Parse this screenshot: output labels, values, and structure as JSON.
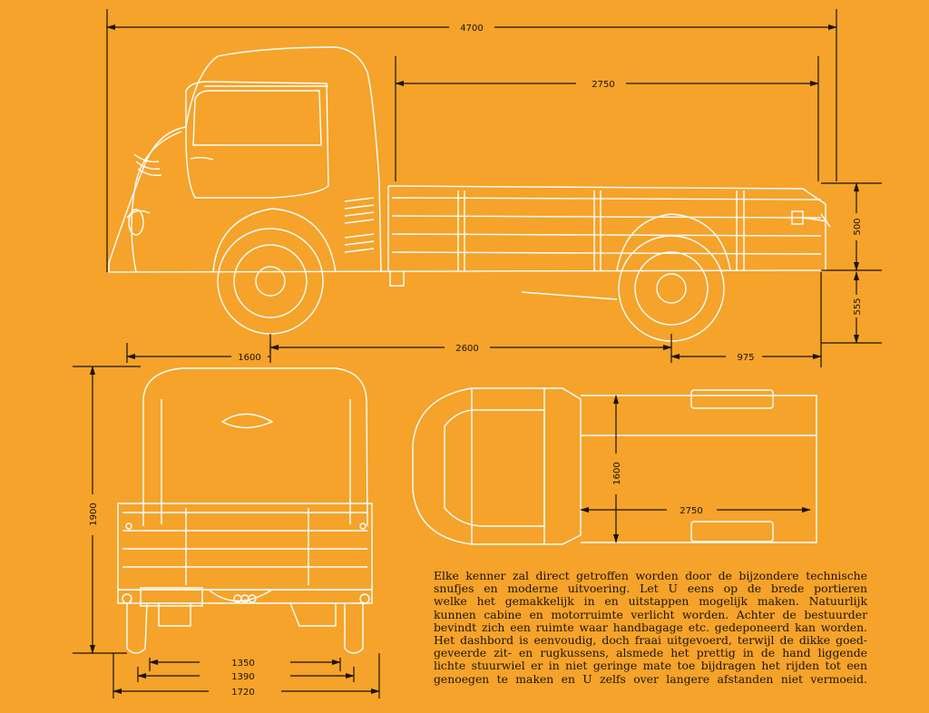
{
  "dimensions": {
    "side_overall_length": "4700",
    "side_cargo_length": "2750",
    "side_wheelbase": "2600",
    "side_front_track": "1600",
    "side_rear_overhang": "975",
    "side_bed_height": "500",
    "side_floor_height": "555",
    "front_height": "1900",
    "front_width_1350": "1350",
    "front_width_1390": "1390",
    "front_width_1720": "1720",
    "top_bed_width": "1600",
    "top_bed_length": "2750"
  },
  "description": {
    "lines": [
      "Elke kenner zal direct getroffen worden door de bijzondere technische",
      "snufjes en moderne uitvoering. Let U eens op de brede portieren",
      "welke het gemakkelijk in en uitstappen mogelijk maken. Natuurlijk",
      "kunnen cabine en motorruimte verlicht worden. Achter de bestuurder",
      "bevindt zich een ruimte waar handbagage etc. gedeponeerd kan worden.",
      "Het dashbord is eenvoudig, doch fraai uitgevoerd, terwijl de dikke goed-",
      "geveerde zit- en rugkussens, alsmede het prettig in de hand liggende",
      "lichte stuurwiel er in niet geringe mate toe bijdragen het rijden tot een",
      "genoegen te maken en U zelfs over langere afstanden niet vermoeid."
    ]
  },
  "colors": {
    "paper": "#f5a32a",
    "drawing": "#ffffff",
    "dimension": "#1a1208"
  }
}
